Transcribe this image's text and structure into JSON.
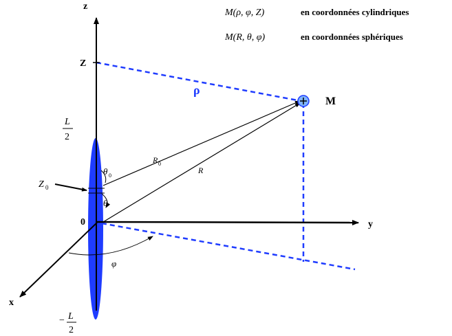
{
  "legend": {
    "cyl_expr": "M(ρ, φ, Z)",
    "cyl_text": "en coordonnées cylindriques",
    "sph_expr": "M(R, θ,  φ)",
    "sph_text": "en coordonnées sphériques"
  },
  "axes": {
    "z": "z",
    "y": "y",
    "x": "x",
    "origin": "0",
    "Z": "Z"
  },
  "labels": {
    "rho": "ρ",
    "M": "M",
    "L_num": "L",
    "L_den": "2",
    "neg": "−",
    "Z0": "Z",
    "Z0_sub": "0",
    "theta0": "θ",
    "theta0_sub": "0",
    "theta": "θ",
    "R0": "R",
    "R0_sub": "0",
    "R": "R",
    "phi": "φ"
  },
  "colors": {
    "antenna": "#1f3cff",
    "dashed": "#1f3cff",
    "rho": "#1f3cff",
    "point_fill": "#7fb4ff",
    "ink": "#000000"
  }
}
